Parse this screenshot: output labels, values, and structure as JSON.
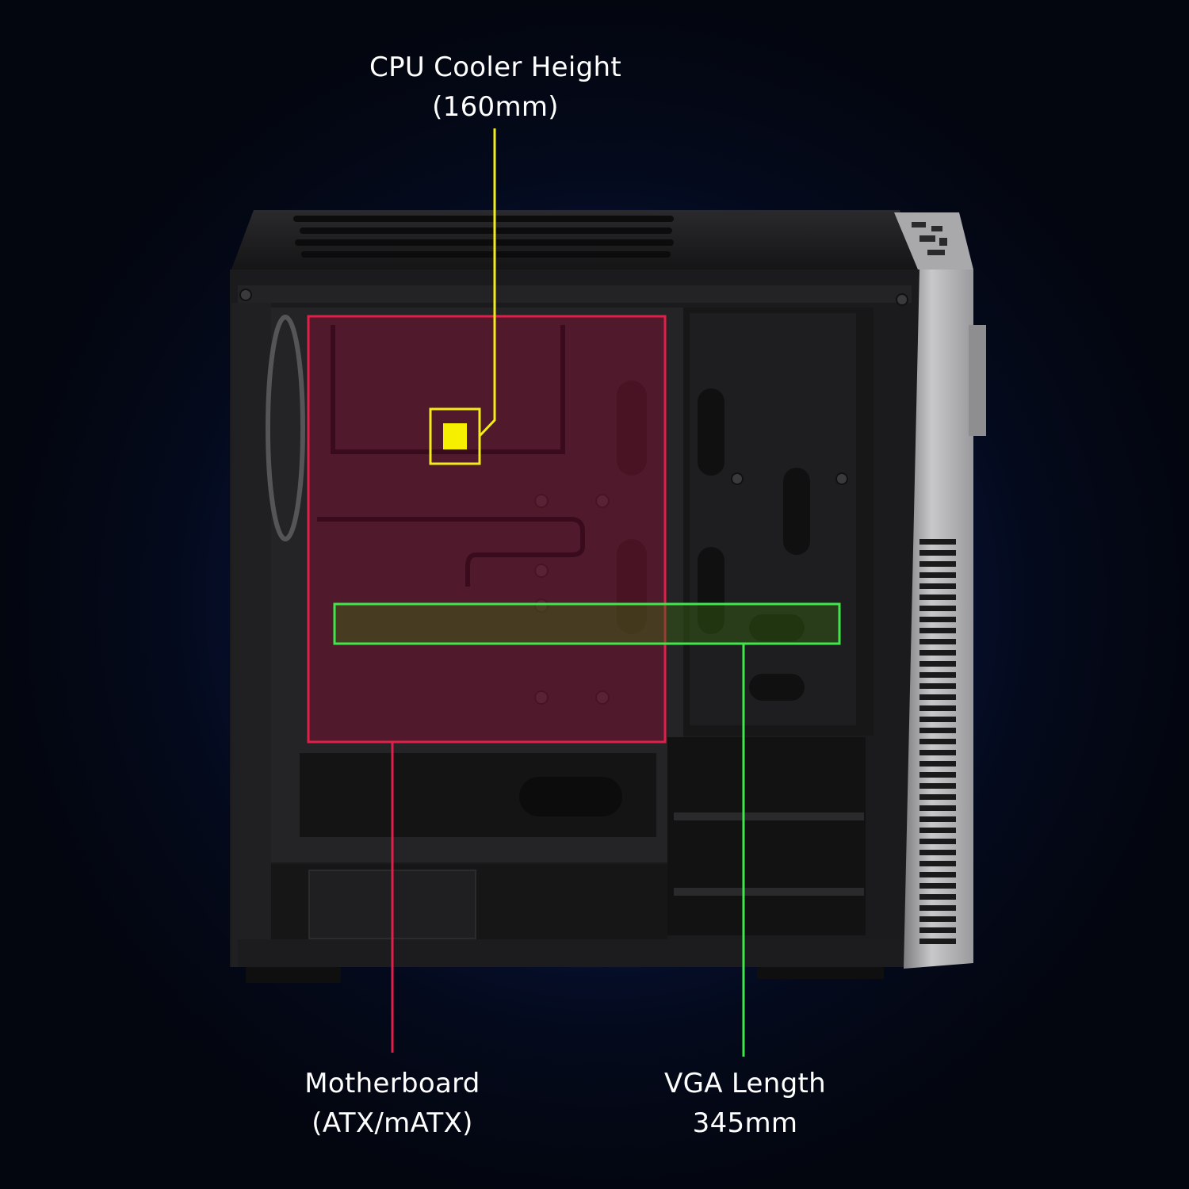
{
  "callouts": {
    "cpu_cooler": {
      "line1": "CPU Cooler Height",
      "line2": "(160mm)",
      "color": "#f2ec1a"
    },
    "motherboard": {
      "line1": "Motherboard",
      "line2": "(ATX/mATX)",
      "color": "#e0204a"
    },
    "vga": {
      "line1": "VGA Length",
      "line2": "345mm",
      "color": "#3ee84a"
    }
  },
  "colors": {
    "background_center": "#0e2a7a",
    "background_edge": "#03060f",
    "case_body": "#1b1b1d",
    "front_panel": "#b9b9bb"
  }
}
